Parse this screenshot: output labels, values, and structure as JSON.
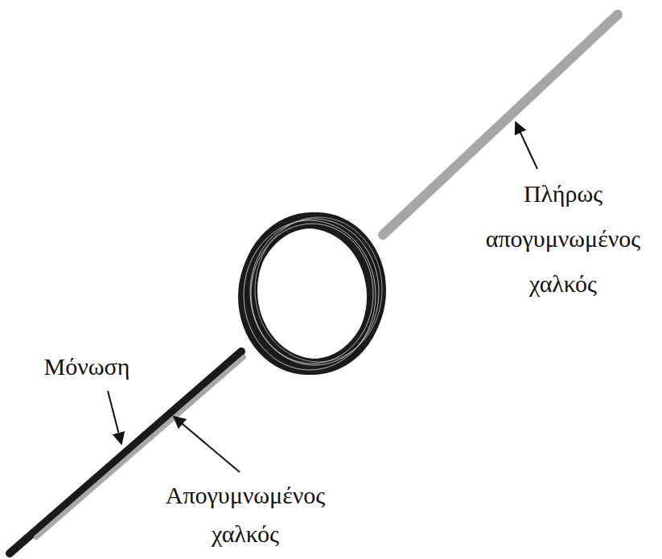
{
  "diagram": {
    "labels": [
      "Πλήρως απογυμνωμένος χαλκός",
      "Μόνωση",
      "Απογυμνωμένος χαλκός"
    ]
  }
}
